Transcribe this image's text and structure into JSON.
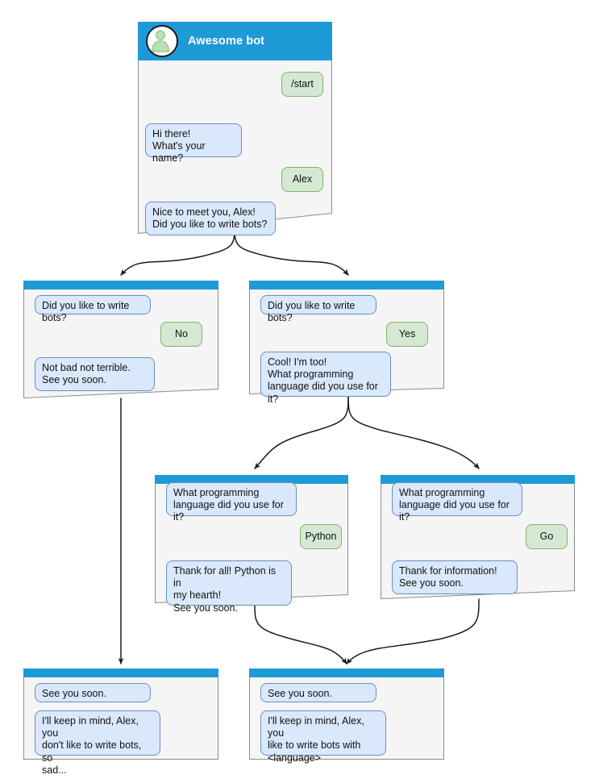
{
  "diagram": {
    "title": "Awesome bot chat flow",
    "colors": {
      "header_blue": "#1e9ad6",
      "node_body": "#f5f5f5",
      "node_border": "#8c8c8c",
      "bot_bubble_fill": "#dae8fc",
      "bot_bubble_border": "#6c8ebf",
      "user_bubble_fill": "#d5e8d4",
      "user_bubble_border": "#82b366",
      "avatar_person": "#b9dfb4",
      "edge": "#1a1a1a",
      "background": "#ffffff"
    }
  },
  "root": {
    "header": {
      "title": "Awesome bot",
      "avatar_icon": "person-avatar-icon"
    },
    "messages": [
      {
        "from": "user",
        "text": "/start"
      },
      {
        "from": "bot",
        "text": "Hi there!\nWhat's your name?"
      },
      {
        "from": "user",
        "text": "Alex"
      },
      {
        "from": "bot",
        "text": "Nice to meet you, Alex!\nDid you like to write bots?"
      }
    ]
  },
  "branch_no": {
    "messages": [
      {
        "from": "bot",
        "text": "Did you like to write bots?"
      },
      {
        "from": "user",
        "text": "No"
      },
      {
        "from": "bot",
        "text": "Not bad not terrible.\nSee you soon."
      }
    ]
  },
  "branch_yes": {
    "messages": [
      {
        "from": "bot",
        "text": "Did you like to write bots?"
      },
      {
        "from": "user",
        "text": "Yes"
      },
      {
        "from": "bot",
        "text": "Cool! I'm too!\nWhat programming\nlanguage did you use for it?"
      }
    ]
  },
  "branch_python": {
    "messages": [
      {
        "from": "bot",
        "text": "What programming\nlanguage did you use for it?"
      },
      {
        "from": "user",
        "text": "Python"
      },
      {
        "from": "bot",
        "text": "Thank for all! Python is in\nmy hearth!\nSee you soon."
      }
    ]
  },
  "branch_go": {
    "messages": [
      {
        "from": "bot",
        "text": "What programming\nlanguage did you use for it?"
      },
      {
        "from": "user",
        "text": "Go"
      },
      {
        "from": "bot",
        "text": "Thank for information!\nSee you soon."
      }
    ]
  },
  "end_sad": {
    "messages": [
      {
        "from": "bot",
        "text": "See you soon."
      },
      {
        "from": "bot",
        "text": "I'll keep in mind, Alex, you\ndon't like to write bots, so\nsad..."
      }
    ]
  },
  "end_happy": {
    "messages": [
      {
        "from": "bot",
        "text": "See you soon."
      },
      {
        "from": "bot",
        "text": "I'll keep in mind, Alex, you\nlike to write bots with\n<language>"
      }
    ]
  }
}
